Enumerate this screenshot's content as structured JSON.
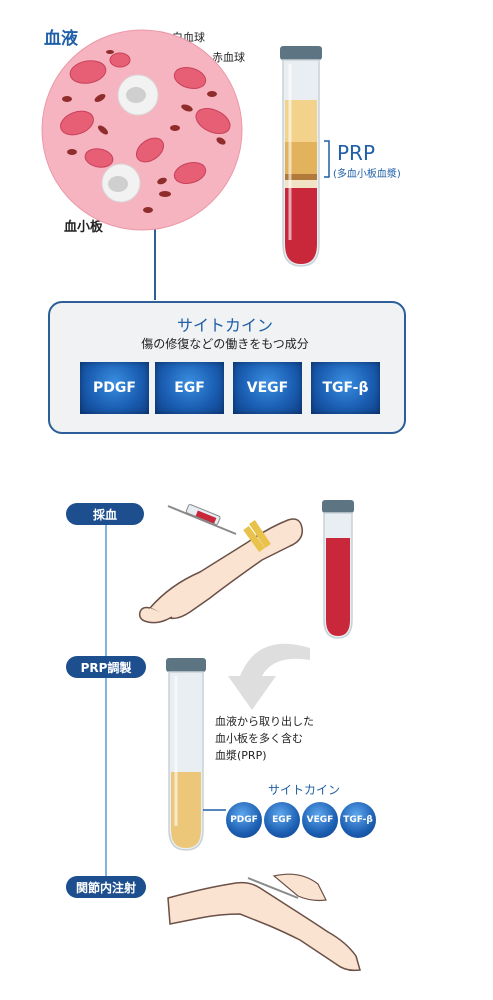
{
  "blood": {
    "title": "血液",
    "white_cell_label": "白血球",
    "red_cell_label": "赤血球",
    "platelet_label": "血小板"
  },
  "prp": {
    "title": "PRP",
    "subtitle": "(多血小板血漿)"
  },
  "cytokine_box": {
    "title": "サイトカイン",
    "description": "傷の修復などの働きをもつ成分",
    "factors": [
      "PDGF",
      "EGF",
      "VEGF",
      "TGF-β"
    ]
  },
  "steps": [
    {
      "label": "採血"
    },
    {
      "label": "PRP調製"
    },
    {
      "label": "関節内注射"
    }
  ],
  "prp_description": [
    "血液から取り出した",
    "血小板を多く含む",
    "血漿(PRP)"
  ],
  "cytokine_small": {
    "title": "サイトカイン",
    "factors": [
      "PDGF",
      "EGF",
      "VEGF",
      "TGF-β"
    ]
  },
  "colors": {
    "accent_blue": "#1f5fa8",
    "pill_navy": "#1d4f8f",
    "blood_red": "#c8283a",
    "plasma_yellow": "#f1c978",
    "cell_pink": "#f2a8b6"
  }
}
